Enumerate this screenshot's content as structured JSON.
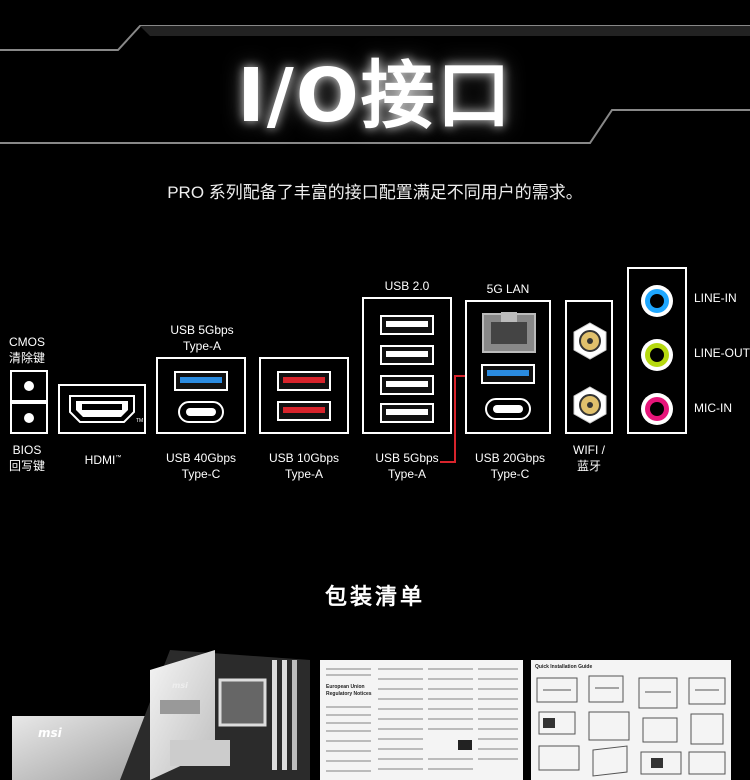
{
  "header": {
    "title": "I/O接口",
    "subtitle": "PRO 系列配备了丰富的接口配置满足不同用户的需求。"
  },
  "ports": {
    "cmos_label": "CMOS\n清除键",
    "bios_label": "BIOS\n回写键",
    "hdmi_label": "HDMI",
    "hdmi_tm": "TM",
    "usb5_typea_top": "USB 5Gbps\nType-A",
    "usb40_typec": "USB 40Gbps\nType-C",
    "usb10_typea": "USB 10Gbps\nType-A",
    "usb20_label": "USB 2.0",
    "usb5_typea_bottom": "USB 5Gbps\nType-A",
    "lan_label": "5G LAN",
    "usb20g_typec": "USB 20Gbps\nType-C",
    "wifi_label": "WIFI /\n蓝牙",
    "line_in": "LINE-IN",
    "line_out": "LINE-OUT",
    "mic_in": "MIC-IN"
  },
  "colors": {
    "usb_blue": "#2a8be0",
    "usb_red": "#d8242c",
    "audio_blue": "#1ea7ff",
    "audio_green": "#b6d90f",
    "audio_pink": "#e6157a"
  },
  "package": {
    "title": "包装清单",
    "box_brand": "msi",
    "board_brand": "msi",
    "doc1_title": "European Union\nRegulatory Notices",
    "doc2_title": "Quick Installation Guide"
  }
}
